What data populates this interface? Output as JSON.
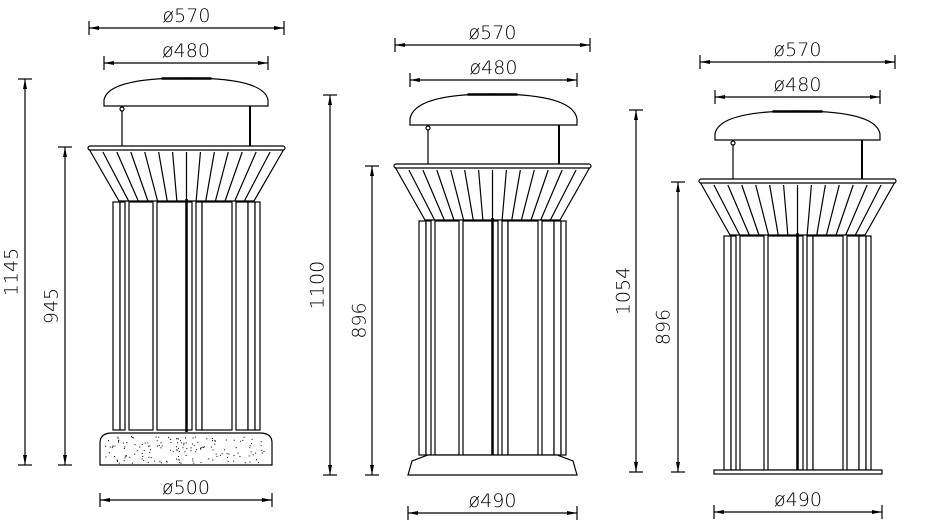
{
  "bins": [
    {
      "name": "bin-concrete-base",
      "top_diameter": "ø570",
      "lid_diameter": "ø480",
      "base_diameter": "ø500",
      "total_height": "1145",
      "rim_height": "945"
    },
    {
      "name": "bin-plinth-base",
      "top_diameter": "ø570",
      "lid_diameter": "ø480",
      "base_diameter": "ø490",
      "total_height": "1100",
      "rim_height": "896"
    },
    {
      "name": "bin-plate-base",
      "top_diameter": "ø570",
      "lid_diameter": "ø480",
      "base_diameter": "ø490",
      "total_height": "1054",
      "rim_height": "896"
    }
  ]
}
